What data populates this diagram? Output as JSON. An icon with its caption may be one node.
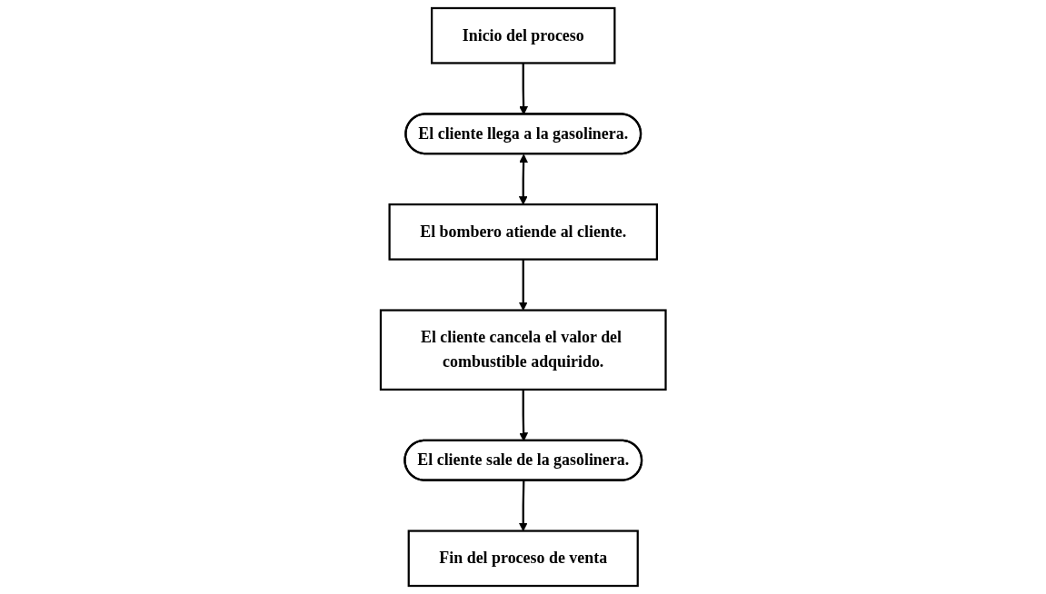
{
  "diagram": {
    "nodes": [
      {
        "text": [
          "Inicio del proceso"
        ]
      },
      {
        "text": [
          "El cliente llega a la gasolinera."
        ]
      },
      {
        "text": [
          "El bombero atiende al cliente."
        ]
      },
      {
        "text": [
          "El cliente cancela el valor del combustible adquirido."
        ]
      },
      {
        "text": [
          "El cliente sale de la gasolinera."
        ]
      },
      {
        "text": [
          "Fin del proceso de venta"
        ]
      }
    ],
    "edges": [
      {
        "from": 0,
        "to": 1,
        "arrow": "to"
      },
      {
        "from": 1,
        "to": 2,
        "arrow": "both"
      },
      {
        "from": 2,
        "to": 3,
        "arrow": "to"
      },
      {
        "from": 3,
        "to": 4,
        "arrow": "to"
      },
      {
        "from": 4,
        "to": 5,
        "arrow": "to"
      }
    ]
  }
}
